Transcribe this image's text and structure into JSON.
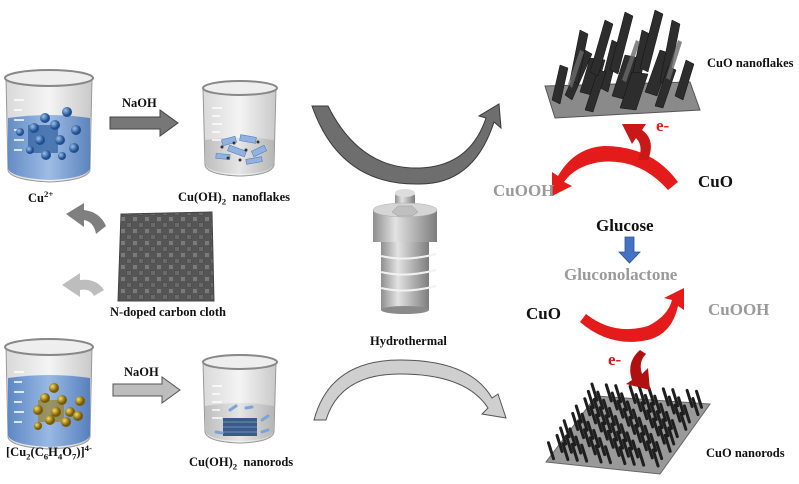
{
  "title": "Synthesis of CuO nanoflakes and nanorods on N-doped carbon cloth and glucose oxidation mechanism",
  "labels": {
    "cu2_plus": {
      "base": "Cu",
      "sup": "2+"
    },
    "naoh_top": "NaOH",
    "naoh_bottom": "NaOH",
    "cuoh2_nanoflakes": {
      "pre": "Cu(OH)",
      "sub": "2",
      "post": "  nanoflakes"
    },
    "cuoh2_nanorods": {
      "pre": "Cu(OH)",
      "sub": "2",
      "post": "  nanorods"
    },
    "complex": {
      "p1": "[Cu",
      "s1": "2",
      "p2": "(C",
      "s2": "6",
      "p3": "H",
      "s3": "4",
      "p4": "O",
      "s4": "7",
      "p5": ")]",
      "sup": "4-"
    },
    "carbon_cloth": "N-doped carbon cloth",
    "hydrothermal": "Hydrothermal",
    "cuo_nanoflakes": "CuO nanoflakes",
    "cuo_nanorods": "CuO nanorods",
    "cuooh_top": "CuOOH",
    "cuo_top": "CuO",
    "glucose": "Glucose",
    "gluconolactone": "Gluconolactone",
    "cuo_bottom": "CuO",
    "cuooh_bottom": "CuOOH",
    "electron_top": "e-",
    "electron_bottom": "e-"
  },
  "colors": {
    "red_arrow": "#e31b1b",
    "dark_red_arrow": "#b01010",
    "blue_arrow": "#4472c4",
    "grey_text": "#9a9a9a",
    "dark_grey_arrow": "#6b6b6b",
    "light_grey_arrow": "#c8c8c8",
    "solution_blue": "#5b8fd0",
    "gold_sphere": "#b8900c"
  }
}
